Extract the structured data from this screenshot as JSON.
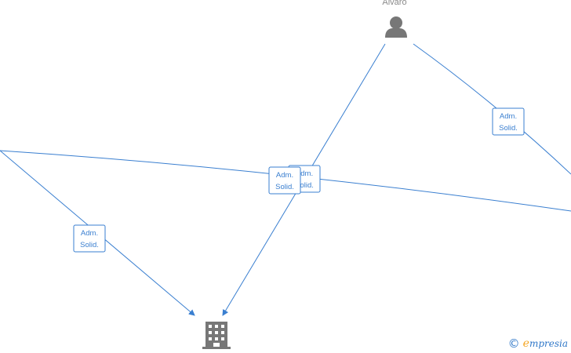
{
  "nodes": {
    "person": {
      "name": "Alvaro",
      "icon": "person-icon"
    },
    "company": {
      "icon": "building-icon"
    }
  },
  "edges": [
    {
      "id": "left-to-company",
      "label_line1": "Adm.",
      "label_line2": "Solid."
    },
    {
      "id": "person-to-company",
      "label_line1": "Adm.",
      "label_line2": "Solid."
    },
    {
      "id": "long-horizontal",
      "label_line1": "Adm.",
      "label_line2": "Solid."
    },
    {
      "id": "person-to-right",
      "label_line1": "Adm.",
      "label_line2": "Solid."
    }
  ],
  "footer": {
    "copyright_symbol": "©",
    "brand_initial": "e",
    "brand_rest": "mpresia"
  },
  "colors": {
    "edge": "#3a7fd0",
    "icon": "#777777",
    "brand": "#2f77c8",
    "brand_accent": "#f5a623"
  }
}
